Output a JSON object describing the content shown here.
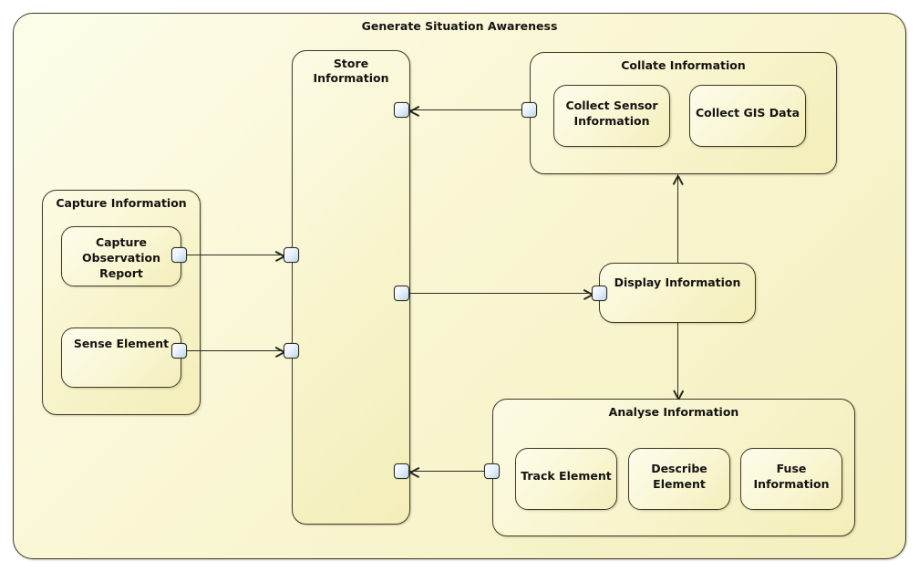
{
  "diagram": {
    "title": "Generate Situation Awareness",
    "type": "sysml-activity-block-diagram",
    "background_color": "#faf7d6",
    "border_color": "#3d3a28",
    "port_color": "#bed6ee",
    "groups": [
      {
        "id": "capture-information",
        "label": "Capture Information",
        "children": [
          {
            "id": "capture-observation-report",
            "label": "Capture\nObservation\nReport"
          },
          {
            "id": "sense-element",
            "label": "Sense Element"
          }
        ]
      },
      {
        "id": "store-information",
        "label": "Store\nInformation",
        "children": []
      },
      {
        "id": "collate-information",
        "label": "Collate Information",
        "children": [
          {
            "id": "collect-sensor-information",
            "label": "Collect Sensor\nInformation"
          },
          {
            "id": "collect-gis-data",
            "label": "Collect GIS Data"
          }
        ]
      },
      {
        "id": "display-information",
        "label": "Display Information",
        "children": []
      },
      {
        "id": "analyse-information",
        "label": "Analyse Information",
        "children": [
          {
            "id": "track-element",
            "label": "Track Element"
          },
          {
            "id": "describe-element",
            "label": "Describe\nElement"
          },
          {
            "id": "fuse-information",
            "label": "Fuse\nInformation"
          }
        ]
      }
    ],
    "connections": [
      {
        "id": "capture-report-to-store",
        "from": "capture-observation-report",
        "to": "store-information",
        "direction": "right"
      },
      {
        "id": "sense-element-to-store",
        "from": "sense-element",
        "to": "store-information",
        "direction": "right"
      },
      {
        "id": "collate-to-store",
        "from": "collate-information",
        "to": "store-information",
        "direction": "left"
      },
      {
        "id": "store-to-display",
        "from": "store-information",
        "to": "display-information",
        "direction": "right"
      },
      {
        "id": "analyse-to-store",
        "from": "analyse-information",
        "to": "store-information",
        "direction": "left"
      },
      {
        "id": "display-to-collate",
        "from": "display-information",
        "to": "collate-information",
        "direction": "up"
      },
      {
        "id": "display-to-analyse",
        "from": "display-information",
        "to": "analyse-information",
        "direction": "down"
      }
    ]
  }
}
